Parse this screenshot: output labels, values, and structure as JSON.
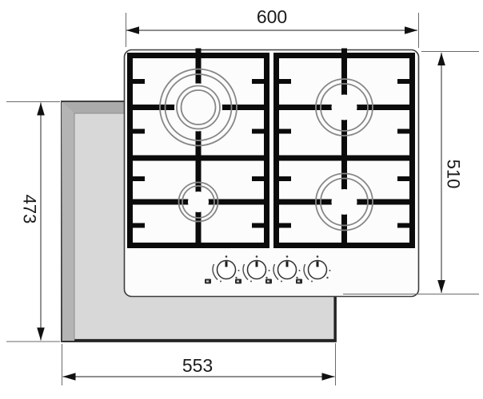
{
  "diagram": {
    "product": "4-burner gas hob installation drawing (top view)",
    "dimensions": {
      "top": {
        "value": "600",
        "measures": "hob-width"
      },
      "right": {
        "value": "510",
        "measures": "hob-depth"
      },
      "left": {
        "value": "473",
        "measures": "cutout-depth"
      },
      "bottom": {
        "value": "553",
        "measures": "cutout-width"
      }
    },
    "burners": [
      {
        "position": "top-left",
        "size": "large",
        "rings": 4
      },
      {
        "position": "bottom-left",
        "size": "small",
        "rings": 2
      },
      {
        "position": "top-right",
        "size": "medium",
        "rings": 2
      },
      {
        "position": "bottom-right",
        "size": "medium",
        "rings": 2
      }
    ],
    "knobs": {
      "count": 4
    },
    "colors": {
      "background": "#ffffff",
      "countertop": "#d8d8d8",
      "countertop_bevel": "#aeaeae",
      "grate": "#0b0b0b",
      "burner_ring": "#878787",
      "dimension_line": "#4a4a4a",
      "text": "#1b1b1b"
    }
  }
}
